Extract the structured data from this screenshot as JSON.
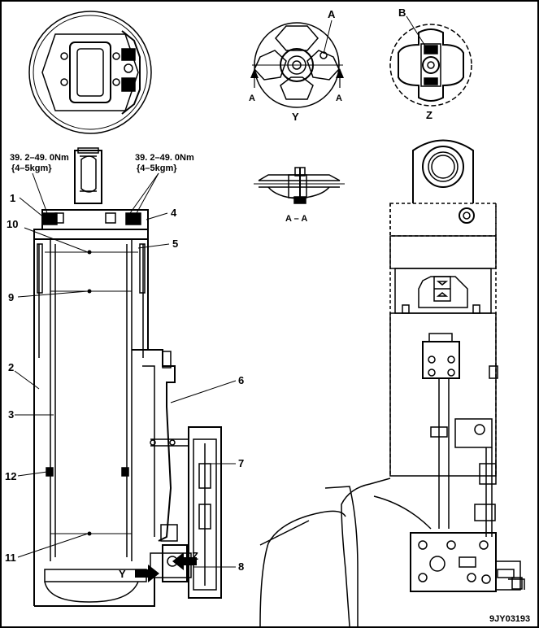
{
  "torque_left": {
    "line1": "39. 2–49. 0Nm",
    "line2": "{4–5kgm}"
  },
  "torque_right": {
    "line1": "39. 2–49. 0Nm",
    "line2": "{4–5kgm}"
  },
  "callouts": {
    "n1": "1",
    "n2": "2",
    "n3": "3",
    "n4": "4",
    "n5": "5",
    "n6": "6",
    "n7": "7",
    "n8": "8",
    "n9": "9",
    "n10": "10",
    "n11": "11",
    "n12": "12"
  },
  "views": {
    "a_top": "A",
    "a_left": "A",
    "a_right": "A",
    "y": "Y",
    "b": "B",
    "z": "Z",
    "section": "A – A",
    "arrow_z": "Z",
    "arrow_y": "Y"
  },
  "figure_id": "9JY03193"
}
